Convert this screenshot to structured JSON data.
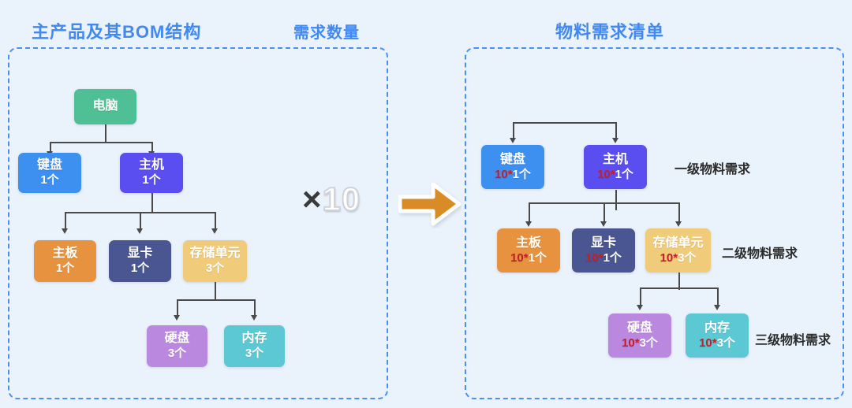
{
  "titles": {
    "left": "主产品及其BOM结构",
    "middle": "需求数量",
    "right": "物料需求清单"
  },
  "multiplier": {
    "symbol": "×",
    "value": "10"
  },
  "flow_arrow_icon": "right-arrow-icon",
  "colors": {
    "background": "#eaf2fb",
    "panel_border": "#4a90f0",
    "title": "#4189f0",
    "connector": "#4a4a4a",
    "arrow_accent": "#d98b28",
    "multiplier_qty_red": "#c0202a",
    "green": "#4fbf96",
    "blue": "#3d8ff0",
    "indigo": "#5b4ef0",
    "orange": "#e7923e",
    "navy": "#4a5691",
    "tan": "#f0cb7a",
    "purple": "#bb88e0",
    "teal": "#5bc8d3"
  },
  "left_panel": {
    "nodes": [
      {
        "id": "computer",
        "name": "电脑",
        "qty": "",
        "qty_mult": "",
        "color": "#4fbf96"
      },
      {
        "id": "keyboard",
        "name": "键盘",
        "qty": "1个",
        "qty_mult": "",
        "color": "#3d8ff0"
      },
      {
        "id": "host",
        "name": "主机",
        "qty": "1个",
        "qty_mult": "",
        "color": "#5b4ef0"
      },
      {
        "id": "mainboard",
        "name": "主板",
        "qty": "1个",
        "qty_mult": "",
        "color": "#e7923e"
      },
      {
        "id": "gpu",
        "name": "显卡",
        "qty": "1个",
        "qty_mult": "",
        "color": "#4a5691"
      },
      {
        "id": "storage",
        "name": "存储单元",
        "qty": "3个",
        "qty_mult": "",
        "color": "#f0cb7a"
      },
      {
        "id": "disk",
        "name": "硬盘",
        "qty": "3个",
        "qty_mult": "",
        "color": "#bb88e0"
      },
      {
        "id": "memory",
        "name": "内存",
        "qty": "3个",
        "qty_mult": "",
        "color": "#5bc8d3"
      }
    ]
  },
  "right_panel": {
    "nodes": [
      {
        "id": "keyboard",
        "name": "键盘",
        "qty": "1个",
        "qty_mult": "10*",
        "color": "#3d8ff0"
      },
      {
        "id": "host",
        "name": "主机",
        "qty": "1个",
        "qty_mult": "10*",
        "color": "#5b4ef0"
      },
      {
        "id": "mainboard",
        "name": "主板",
        "qty": "1个",
        "qty_mult": "10*",
        "color": "#e7923e"
      },
      {
        "id": "gpu",
        "name": "显卡",
        "qty": "1个",
        "qty_mult": "10*",
        "color": "#4a5691"
      },
      {
        "id": "storage",
        "name": "存储单元",
        "qty": "3个",
        "qty_mult": "10*",
        "color": "#f0cb7a"
      },
      {
        "id": "disk",
        "name": "硬盘",
        "qty": "3个",
        "qty_mult": "10*",
        "color": "#bb88e0"
      },
      {
        "id": "memory",
        "name": "内存",
        "qty": "3个",
        "qty_mult": "10*",
        "color": "#5bc8d3"
      }
    ],
    "level_labels": [
      "一级物料需求",
      "二级物料需求",
      "三级物料需求"
    ]
  }
}
